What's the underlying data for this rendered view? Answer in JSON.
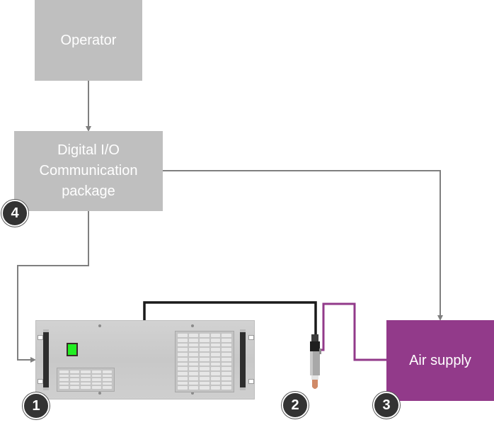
{
  "diagram": {
    "nodes": {
      "operator": {
        "label": "Operator"
      },
      "digital_io": {
        "lines": [
          "Digital I/O",
          "Communication",
          "package"
        ],
        "badge": "4"
      },
      "power_unit": {
        "badge": "1",
        "description": "rack-mounted power unit"
      },
      "torch": {
        "badge": "2",
        "description": "plasma torch"
      },
      "air_supply": {
        "label": "Air supply",
        "badge": "3"
      }
    },
    "connections": [
      {
        "from": "operator",
        "to": "digital_io",
        "style": "gray-arrow"
      },
      {
        "from": "digital_io",
        "to": "air_supply",
        "style": "gray-arrow"
      },
      {
        "from": "digital_io",
        "to": "power_unit",
        "style": "gray-arrow"
      },
      {
        "from": "power_unit",
        "to": "torch",
        "style": "black-cable"
      },
      {
        "from": "air_supply",
        "to": "torch",
        "style": "purple-hose"
      }
    ],
    "colors": {
      "box_gray": "#bfbfbf",
      "air_purple": "#923a8a",
      "arrow_gray": "#7f7f7f",
      "cable_black": "#1a1a1a",
      "badge_dark": "#333333",
      "switch_green": "#22ee22"
    }
  }
}
